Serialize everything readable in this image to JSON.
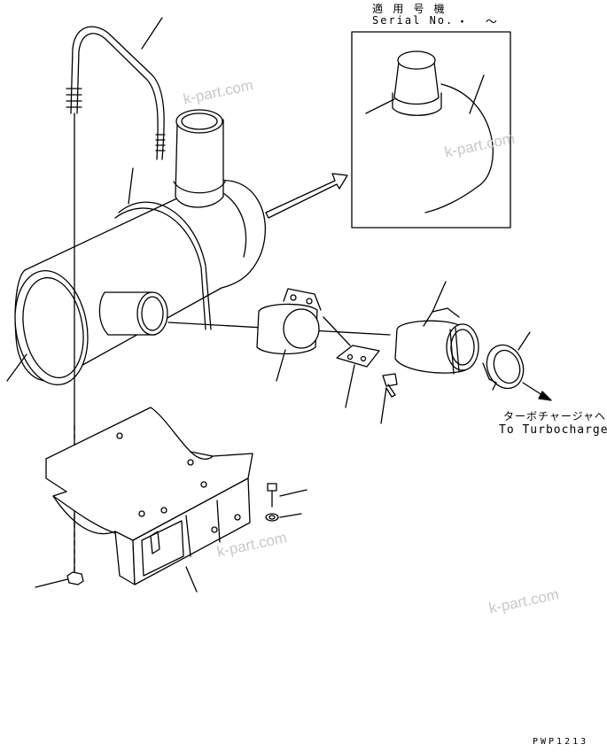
{
  "inset": {
    "applicable_serial_jp": "適 用 号 機",
    "serial_label": "Serial No.",
    "serial_range": "・ 〜"
  },
  "destination": {
    "label_jp": "ターボチャージャヘ",
    "label_en": "To Turbocharger"
  },
  "watermark": "k-part.com",
  "drawing_code": "PWP1213",
  "colors": {
    "line": "#000000",
    "paper": "#ffffff",
    "watermark": "#c8c8c8"
  }
}
